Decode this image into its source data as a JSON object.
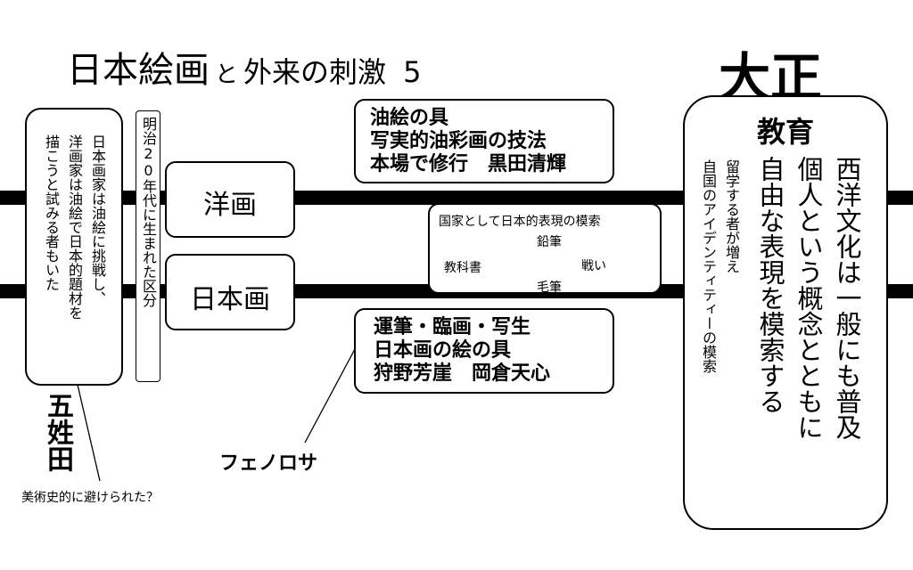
{
  "title": {
    "main": "日本絵画",
    "connector": "と",
    "sub": "外来の刺激",
    "number": "5"
  },
  "era": "大正",
  "left_note": {
    "lines": [
      "描こうと試みる者もいた",
      "洋画家は油絵で日本的題材を",
      "日本画家は油絵に挑戦し、"
    ]
  },
  "meiji_box": "明治20年代に生まれた区分",
  "western_label": "洋画",
  "japanese_label": "日本画",
  "western_box": {
    "lines": [
      "油絵の具",
      "写実的油彩画の技法",
      "本場で修行　黒田清輝"
    ]
  },
  "national_box": {
    "heading": "国家として日本的表現の模索",
    "textbook": "教科書",
    "pencil": "鉛筆",
    "battle": "戦い",
    "brush": "毛筆"
  },
  "japanese_box": {
    "lines": [
      "運筆・臨画・写生",
      "日本画の絵の具",
      "狩野芳崖　岡倉天心"
    ]
  },
  "fenollosa": "フェノロサ",
  "gosei_ta": "五姓田",
  "gosei_note": "美術史的に避けられた？",
  "education_box": {
    "heading": "教育",
    "line1": "西洋文化は一般にも普及",
    "line2": "個人という概念とともに",
    "line3": "自由な表現を模索する",
    "line4": "留学する者が増え",
    "line5": "自国のアイデンティティーの模索"
  }
}
